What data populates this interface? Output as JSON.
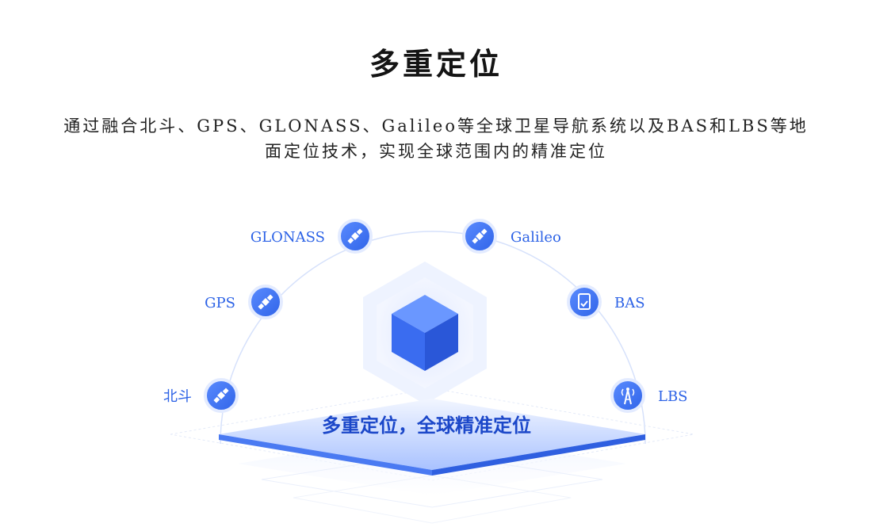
{
  "header": {
    "title": "多重定位",
    "description_line1": "通过融合北斗、GPS、GLONASS、Galileo等全球卫星导航系统以及BAS和LBS等地",
    "description_line2": "面定位技术，实现全球范围内的精准定位"
  },
  "diagram": {
    "center_label": "多重定位，全球精准定位",
    "nodes": [
      {
        "label": "北斗",
        "icon": "satellite-icon"
      },
      {
        "label": "GPS",
        "icon": "satellite-icon"
      },
      {
        "label": "GLONASS",
        "icon": "satellite-icon"
      },
      {
        "label": "Galileo",
        "icon": "satellite-icon"
      },
      {
        "label": "BAS",
        "icon": "base-station-card-icon"
      },
      {
        "label": "LBS",
        "icon": "signal-tower-icon"
      }
    ],
    "colors": {
      "accent": "#3b72f2",
      "label": "#2c62e6",
      "title": "#141414"
    }
  }
}
